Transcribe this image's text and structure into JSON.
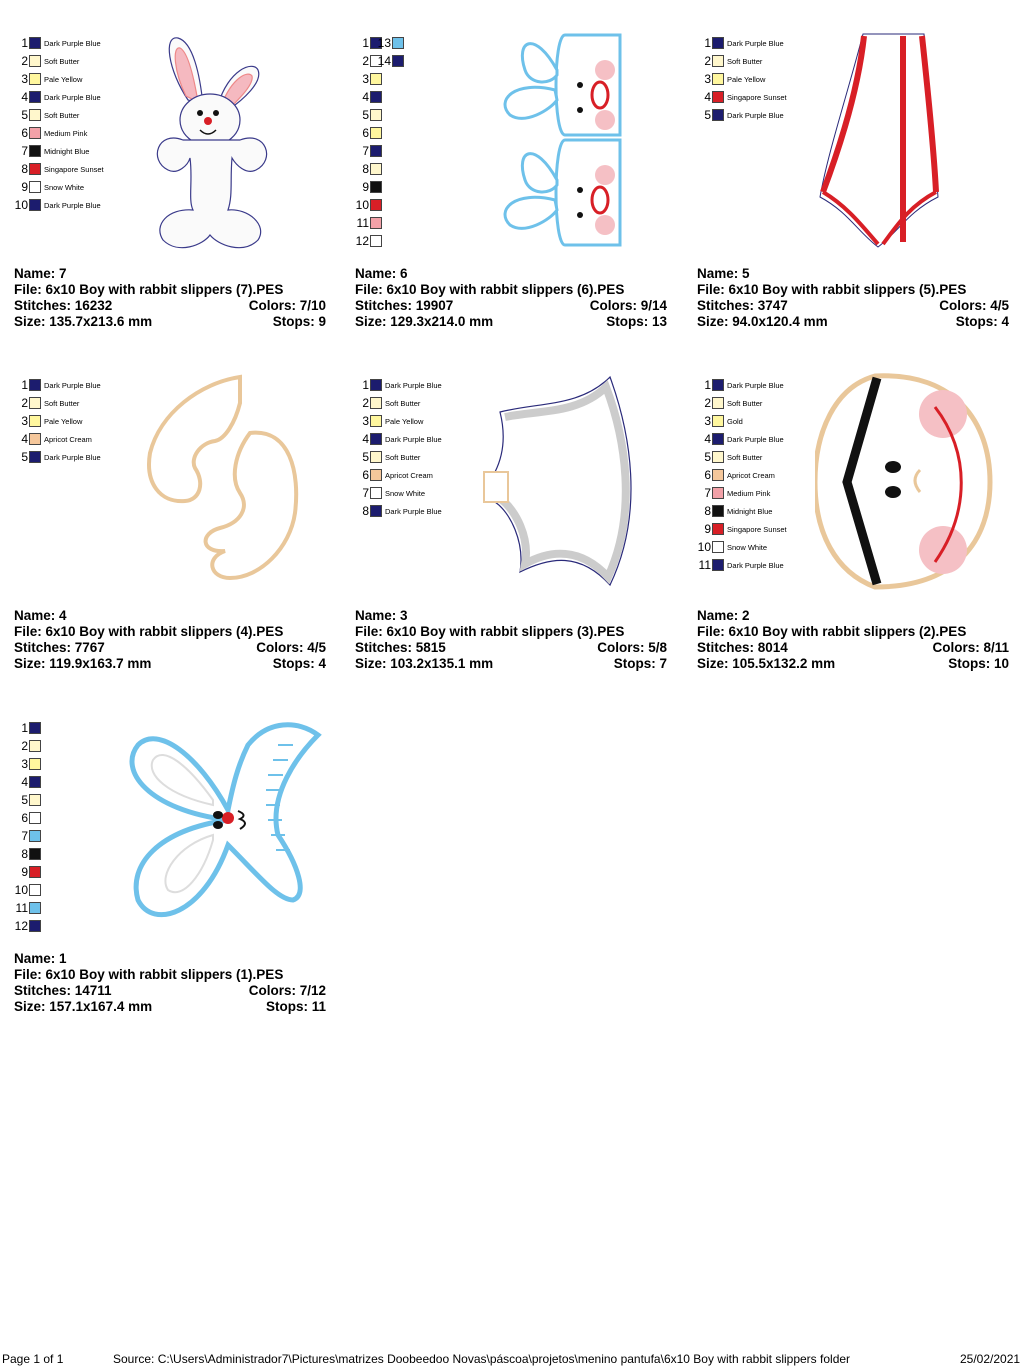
{
  "designs": [
    {
      "name": "Name: 7",
      "file": "File: 6x10 Boy with rabbit slippers (7).PES",
      "stitches": "Stitches: 16232",
      "colors": "Colors: 7/10",
      "size": "Size: 135.7x213.6 mm",
      "stops": "Stops: 9",
      "palette": [
        {
          "n": "1",
          "hex": "#1c1c6e",
          "label": "Dark Purple Blue"
        },
        {
          "n": "2",
          "hex": "#fff7cc",
          "label": "Soft Butter"
        },
        {
          "n": "3",
          "hex": "#fff79e",
          "label": "Pale Yellow"
        },
        {
          "n": "4",
          "hex": "#1c1c6e",
          "label": "Dark Purple Blue"
        },
        {
          "n": "5",
          "hex": "#fff7cc",
          "label": "Soft Butter"
        },
        {
          "n": "6",
          "hex": "#f2a1a8",
          "label": "Medium Pink"
        },
        {
          "n": "7",
          "hex": "#111111",
          "label": "Midnight Blue"
        },
        {
          "n": "8",
          "hex": "#d81f26",
          "label": "Singapore Sunset"
        },
        {
          "n": "9",
          "hex": "#ffffff",
          "label": "Snow White"
        },
        {
          "n": "10",
          "hex": "#1c1c6e",
          "label": "Dark Purple Blue"
        }
      ]
    },
    {
      "name": "Name: 6",
      "file": "File: 6x10 Boy with rabbit slippers (6).PES",
      "stitches": "Stitches: 19907",
      "colors": "Colors: 9/14",
      "size": "Size: 129.3x214.0 mm",
      "stops": "Stops: 13",
      "palette": [
        {
          "n": "1",
          "hex": "#1c1c6e",
          "label": ""
        },
        {
          "n": "2",
          "hex": "#ffffff",
          "label": ""
        },
        {
          "n": "3",
          "hex": "#fff79e",
          "label": ""
        },
        {
          "n": "4",
          "hex": "#1c1c6e",
          "label": ""
        },
        {
          "n": "5",
          "hex": "#fff7cc",
          "label": ""
        },
        {
          "n": "6",
          "hex": "#fff79e",
          "label": ""
        },
        {
          "n": "7",
          "hex": "#1c1c6e",
          "label": ""
        },
        {
          "n": "8",
          "hex": "#fff7cc",
          "label": ""
        },
        {
          "n": "9",
          "hex": "#111111",
          "label": ""
        },
        {
          "n": "10",
          "hex": "#d81f26",
          "label": ""
        },
        {
          "n": "11",
          "hex": "#f2a1a8",
          "label": ""
        },
        {
          "n": "12",
          "hex": "#ffffff",
          "label": ""
        }
      ],
      "palette2": [
        {
          "n": "13",
          "hex": "#6ec1ea",
          "label": ""
        },
        {
          "n": "14",
          "hex": "#1c1c6e",
          "label": ""
        }
      ]
    },
    {
      "name": "Name: 5",
      "file": "File: 6x10 Boy with rabbit slippers (5).PES",
      "stitches": "Stitches: 3747",
      "colors": "Colors: 4/5",
      "size": "Size: 94.0x120.4 mm",
      "stops": "Stops: 4",
      "palette": [
        {
          "n": "1",
          "hex": "#1c1c6e",
          "label": "Dark Purple Blue"
        },
        {
          "n": "2",
          "hex": "#fff7cc",
          "label": "Soft Butter"
        },
        {
          "n": "3",
          "hex": "#fff79e",
          "label": "Pale Yellow"
        },
        {
          "n": "4",
          "hex": "#d81f26",
          "label": "Singapore Sunset"
        },
        {
          "n": "5",
          "hex": "#1c1c6e",
          "label": "Dark Purple Blue"
        }
      ]
    },
    {
      "name": "Name: 4",
      "file": "File: 6x10 Boy with rabbit slippers (4).PES",
      "stitches": "Stitches: 7767",
      "colors": "Colors: 4/5",
      "size": "Size: 119.9x163.7 mm",
      "stops": "Stops: 4",
      "palette": [
        {
          "n": "1",
          "hex": "#1c1c6e",
          "label": "Dark Purple Blue"
        },
        {
          "n": "2",
          "hex": "#fff7cc",
          "label": "Soft Butter"
        },
        {
          "n": "3",
          "hex": "#fff79e",
          "label": "Pale Yellow"
        },
        {
          "n": "4",
          "hex": "#f5c79b",
          "label": "Apricot Cream"
        },
        {
          "n": "5",
          "hex": "#1c1c6e",
          "label": "Dark Purple Blue"
        }
      ]
    },
    {
      "name": "Name: 3",
      "file": "File: 6x10 Boy with rabbit slippers (3).PES",
      "stitches": "Stitches: 5815",
      "colors": "Colors: 5/8",
      "size": "Size: 103.2x135.1 mm",
      "stops": "Stops: 7",
      "palette": [
        {
          "n": "1",
          "hex": "#1c1c6e",
          "label": "Dark Purple Blue"
        },
        {
          "n": "2",
          "hex": "#fff7cc",
          "label": "Soft Butter"
        },
        {
          "n": "3",
          "hex": "#fff79e",
          "label": "Pale Yellow"
        },
        {
          "n": "4",
          "hex": "#1c1c6e",
          "label": "Dark Purple Blue"
        },
        {
          "n": "5",
          "hex": "#fff7cc",
          "label": "Soft Butter"
        },
        {
          "n": "6",
          "hex": "#f5c79b",
          "label": "Apricot Cream"
        },
        {
          "n": "7",
          "hex": "#ffffff",
          "label": "Snow White"
        },
        {
          "n": "8",
          "hex": "#1c1c6e",
          "label": "Dark Purple Blue"
        }
      ]
    },
    {
      "name": "Name: 2",
      "file": "File: 6x10 Boy with rabbit slippers (2).PES",
      "stitches": "Stitches: 8014",
      "colors": "Colors: 8/11",
      "size": "Size: 105.5x132.2 mm",
      "stops": "Stops: 10",
      "palette": [
        {
          "n": "1",
          "hex": "#1c1c6e",
          "label": "Dark Purple Blue"
        },
        {
          "n": "2",
          "hex": "#fff7cc",
          "label": "Soft Butter"
        },
        {
          "n": "3",
          "hex": "#fff79e",
          "label": "Gold"
        },
        {
          "n": "4",
          "hex": "#1c1c6e",
          "label": "Dark Purple Blue"
        },
        {
          "n": "5",
          "hex": "#fff7cc",
          "label": "Soft Butter"
        },
        {
          "n": "6",
          "hex": "#f5c79b",
          "label": "Apricot Cream"
        },
        {
          "n": "7",
          "hex": "#f2a1a8",
          "label": "Medium Pink"
        },
        {
          "n": "8",
          "hex": "#111111",
          "label": "Midnight Blue"
        },
        {
          "n": "9",
          "hex": "#d81f26",
          "label": "Singapore Sunset"
        },
        {
          "n": "10",
          "hex": "#ffffff",
          "label": "Snow White"
        },
        {
          "n": "11",
          "hex": "#1c1c6e",
          "label": "Dark Purple Blue"
        }
      ]
    },
    {
      "name": "Name: 1",
      "file": "File: 6x10 Boy with rabbit slippers (1).PES",
      "stitches": "Stitches: 14711",
      "colors": "Colors: 7/12",
      "size": "Size: 157.1x167.4 mm",
      "stops": "Stops: 11",
      "palette": [
        {
          "n": "1",
          "hex": "#1c1c6e",
          "label": ""
        },
        {
          "n": "2",
          "hex": "#fff7cc",
          "label": ""
        },
        {
          "n": "3",
          "hex": "#fff79e",
          "label": ""
        },
        {
          "n": "4",
          "hex": "#1c1c6e",
          "label": ""
        },
        {
          "n": "5",
          "hex": "#fff7cc",
          "label": ""
        },
        {
          "n": "6",
          "hex": "#ffffff",
          "label": ""
        },
        {
          "n": "7",
          "hex": "#6ec1ea",
          "label": ""
        },
        {
          "n": "8",
          "hex": "#111111",
          "label": ""
        },
        {
          "n": "9",
          "hex": "#d81f26",
          "label": ""
        },
        {
          "n": "10",
          "hex": "#ffffff",
          "label": ""
        },
        {
          "n": "11",
          "hex": "#6ec1ea",
          "label": ""
        },
        {
          "n": "12",
          "hex": "#1c1c6e",
          "label": ""
        }
      ]
    }
  ],
  "footer": {
    "page": "Page 1 of 1",
    "source": "Source: C:\\Users\\Administrador7\\Pictures\\matrizes Doobeedoo Novas\\páscoa\\projetos\\menino pantufa\\6x10 Boy with rabbit slippers folder",
    "date": "25/02/2021"
  },
  "colors": {
    "outline_blue": "#2a2a7a",
    "slipper_blue": "#6ec1ea",
    "pink": "#f2a1a8",
    "red": "#d81f26",
    "cream": "#e9c79a"
  }
}
